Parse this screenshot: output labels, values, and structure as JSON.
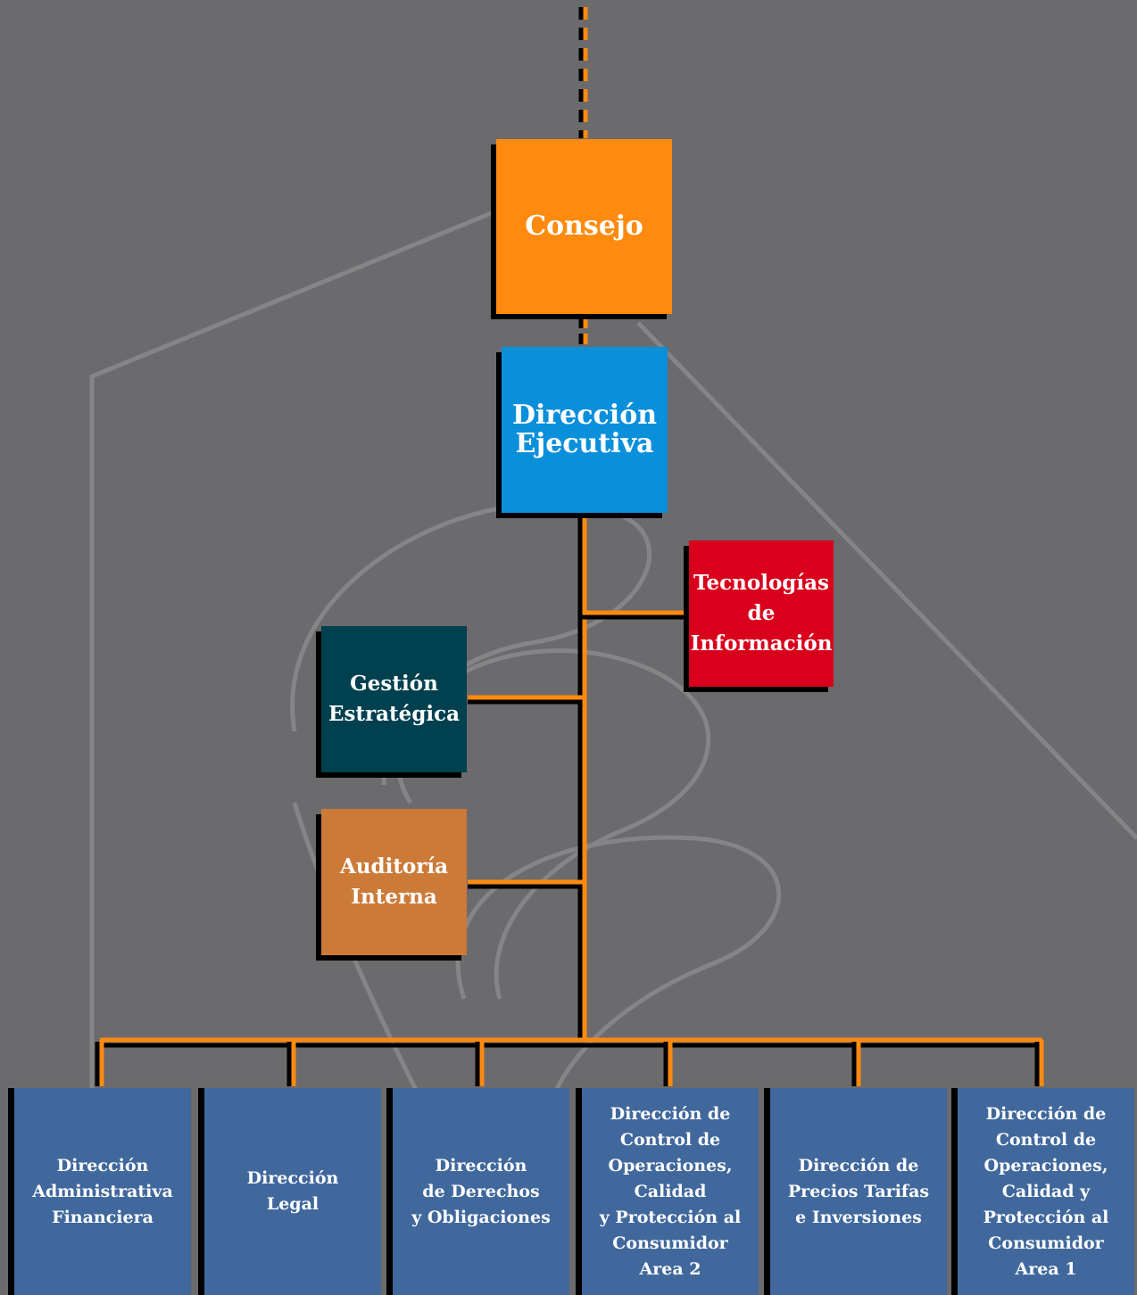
{
  "colors": {
    "background": "#6b6a6c",
    "connector": "#ff8a10",
    "consejo": "#ff8a10",
    "direccion_ejecutiva": "#0a8fdb",
    "tecnologias": "#d9001c",
    "gestion": "#00404f",
    "auditoria": "#cc7a38",
    "bottom": "#41689c"
  },
  "nodes": {
    "consejo": "Consejo",
    "direccion_ejecutiva": "Dirección\nEjecutiva",
    "tecnologias": "Tecnologías\nde\nInformación",
    "gestion": "Gestión\nEstratégica",
    "auditoria": "Auditoría\nInterna"
  },
  "bottom_nodes": [
    "Dirección\nAdministrativa\nFinanciera",
    "Dirección\nLegal",
    "Dirección\nde Derechos\ny Obligaciones",
    "Dirección de\nControl de\nOperaciones,\nCalidad\ny Protección al\nConsumidor\nArea 2",
    "Dirección de\nPrecios Tarifas\ne Inversiones",
    "Dirección de\nControl de\nOperaciones,\nCalidad y\nProtección al\nConsumidor\nArea 1"
  ]
}
